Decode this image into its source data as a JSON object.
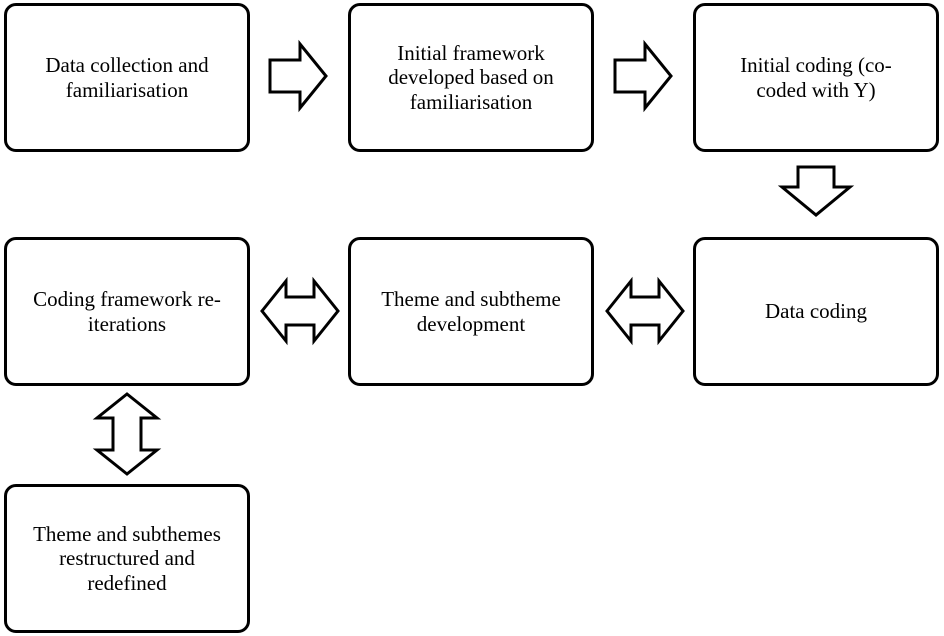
{
  "diagram": {
    "boxes": [
      {
        "id": "b1",
        "text": "Data collection and\nfamiliarisation"
      },
      {
        "id": "b2",
        "text": "Initial framework\ndeveloped based on\nfamiliarisation"
      },
      {
        "id": "b3",
        "text": "Initial coding (co-\ncoded with Y)"
      },
      {
        "id": "b4",
        "text": "Coding framework re-\niterations"
      },
      {
        "id": "b5",
        "text": "Theme and subtheme\ndevelopment"
      },
      {
        "id": "b6",
        "text": "Data coding"
      },
      {
        "id": "b7",
        "text": "Theme and subthemes\nrestructured and\nredefined"
      }
    ],
    "arrows": [
      {
        "from": "b1",
        "to": "b2",
        "style": "single"
      },
      {
        "from": "b2",
        "to": "b3",
        "style": "single"
      },
      {
        "from": "b3",
        "to": "b6",
        "style": "single"
      },
      {
        "from": "b4",
        "to": "b5",
        "style": "double"
      },
      {
        "from": "b5",
        "to": "b6",
        "style": "double"
      },
      {
        "from": "b4",
        "to": "b7",
        "style": "double"
      }
    ]
  }
}
